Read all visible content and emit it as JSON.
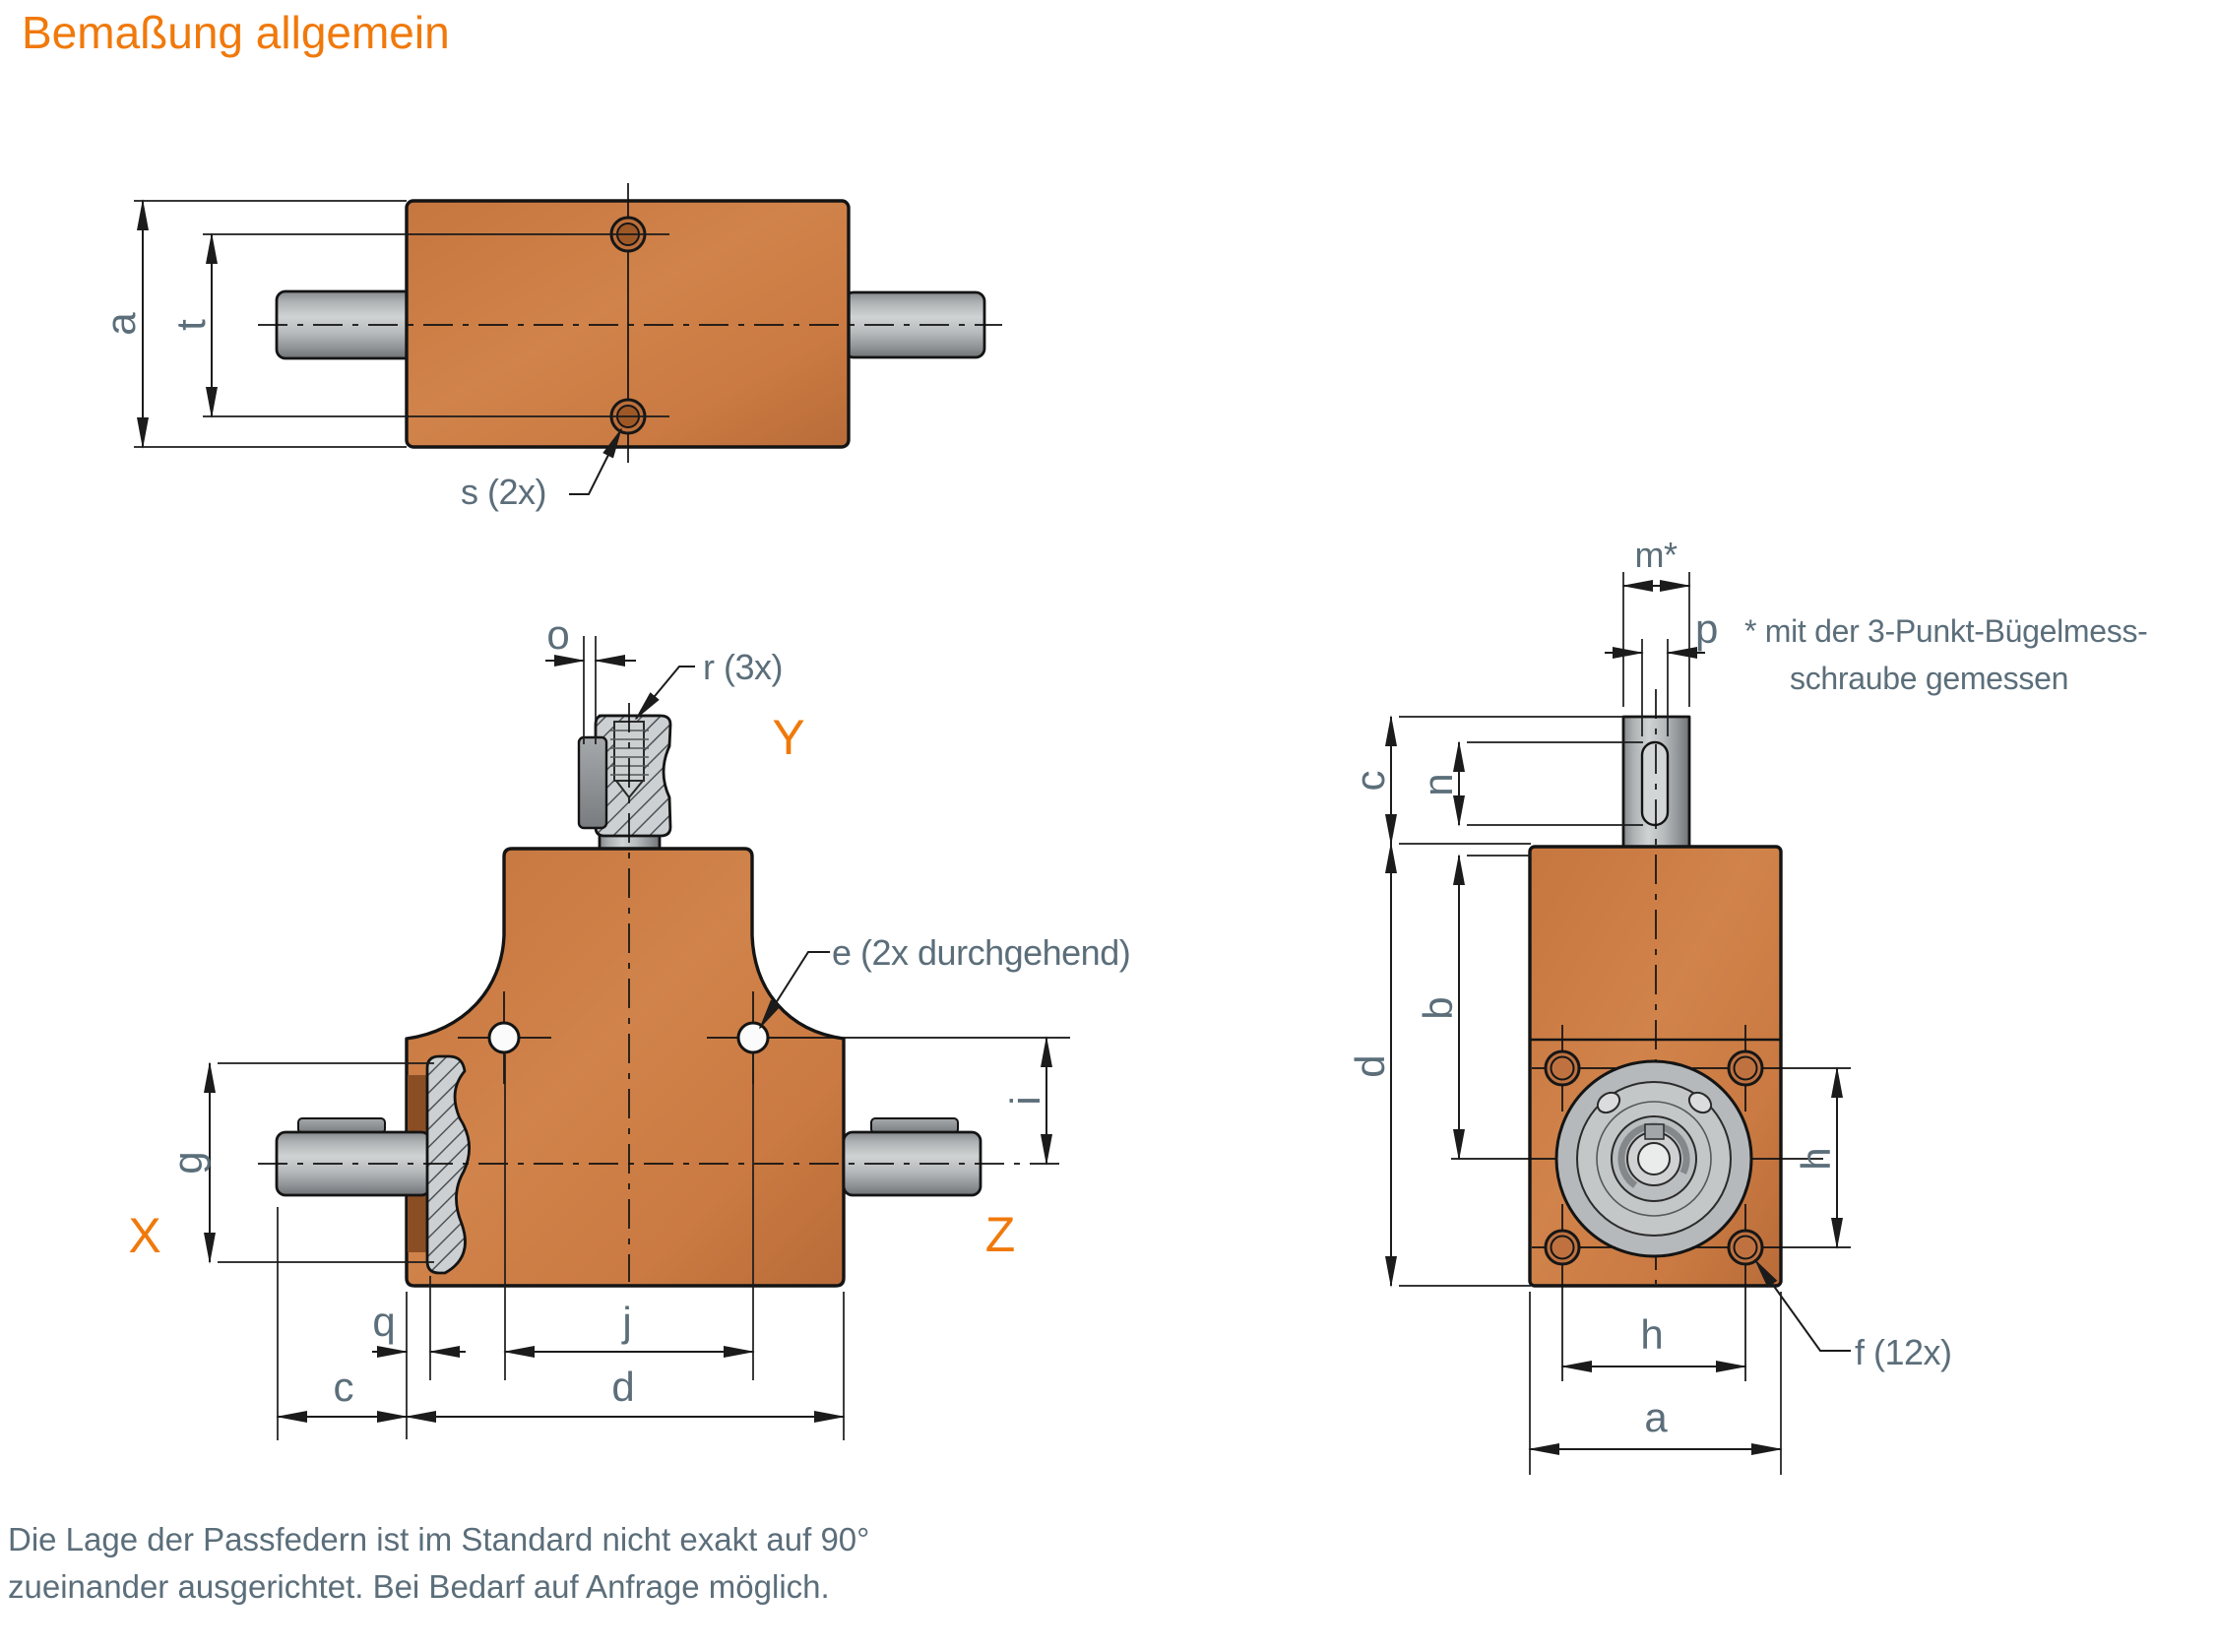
{
  "title": "Bemaßung allgemein",
  "colors": {
    "accent_orange": "#f0790b",
    "label_slate": "#5b6e7a",
    "housing_orange": "#ca7a44",
    "shaft_gray": "#b4b8ba"
  },
  "views": {
    "top": {
      "labels": {
        "a": "a",
        "t": "t",
        "s": "s (2x)"
      }
    },
    "front": {
      "labels": {
        "o": "o",
        "r": "r (3x)",
        "e": "e (2x durchgehend)",
        "g": "g",
        "i": "i",
        "q": "q",
        "j": "j",
        "c": "c",
        "d": "d"
      },
      "axes": {
        "x": "X",
        "y": "Y",
        "z": "Z"
      }
    },
    "side": {
      "labels": {
        "m": "m*",
        "p": "p",
        "c": "c",
        "n": "n",
        "b": "b",
        "d": "d",
        "h_vertical": "h",
        "h_horizontal": "h",
        "a": "a",
        "f": "f (12x)"
      },
      "note": {
        "line1": "* mit der 3-Punkt-Bügelmess-",
        "line2": "schraube  gemessen"
      }
    }
  },
  "footnote": {
    "line1": "Die Lage der Passfedern ist im Standard nicht exakt auf 90°",
    "line2": "zueinander ausgerichtet. Bei Bedarf auf Anfrage möglich."
  }
}
